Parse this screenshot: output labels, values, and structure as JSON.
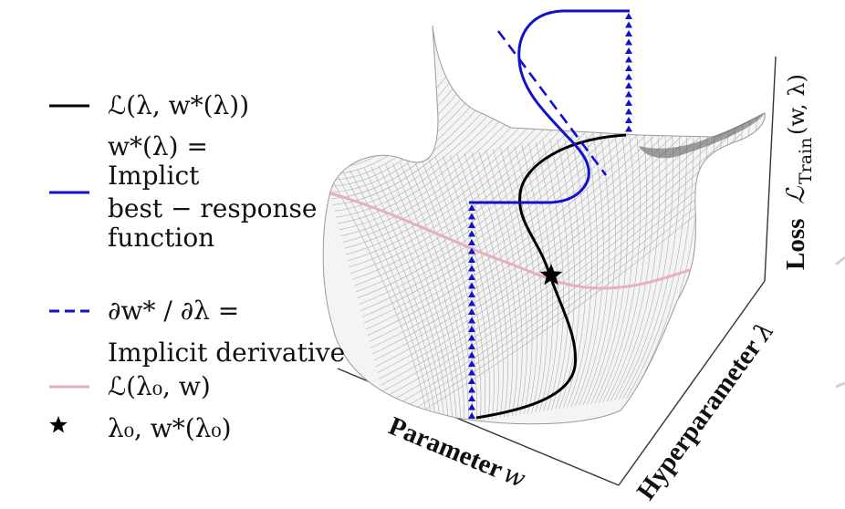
{
  "legend": {
    "items": [
      {
        "kind": "solid-line",
        "color": "#000000",
        "lines": [
          "ℒ(λ, w*(λ))"
        ]
      },
      {
        "kind": "solid-line",
        "color": "#1111cc",
        "lines": [
          "w*(λ) =",
          "Implict",
          "best − response",
          "function"
        ]
      },
      {
        "kind": "dashed-line",
        "color": "#1111cc",
        "lines": [
          "∂w* / ∂λ =",
          "Implicit derivative"
        ]
      },
      {
        "kind": "solid-line",
        "color": "#e8a9b8",
        "lines": [
          "ℒ(λ₀, w)"
        ]
      },
      {
        "kind": "star-marker",
        "color": "#000000",
        "lines": [
          "λ₀, w*(λ₀)"
        ]
      }
    ]
  },
  "axes": {
    "parameter": {
      "word": "Parameter",
      "symbol": "w"
    },
    "hyperparameter": {
      "word": "Hyperparameter",
      "symbol": "λ"
    },
    "loss": {
      "word": "Loss",
      "symbol": "ℒ",
      "subscript": "Train",
      "args": "(w, λ)"
    }
  },
  "colors": {
    "surface_mesh": "#a8a8a8",
    "best_response": "#1111cc",
    "loss_along_best_response": "#000000",
    "slice_at_lambda0": "#e8a9b8",
    "projection_markers": "#1111cc"
  }
}
